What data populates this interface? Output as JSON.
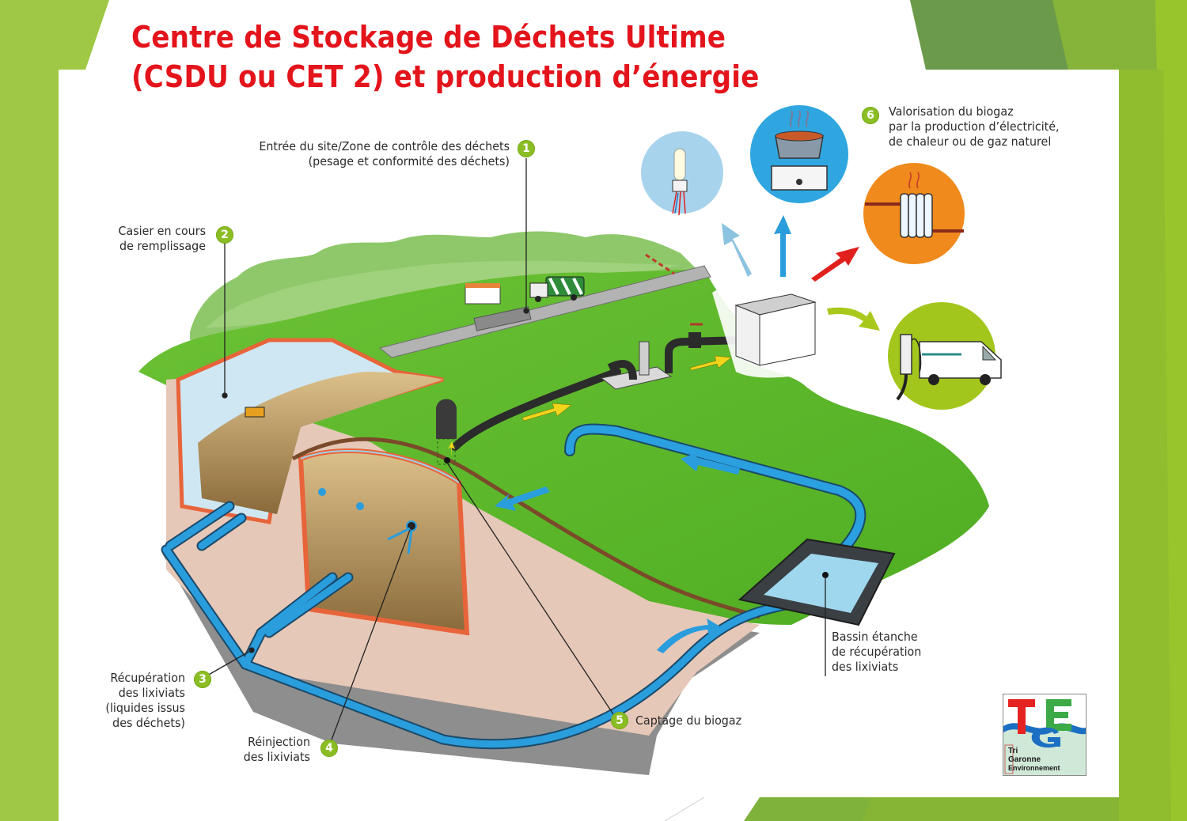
{
  "slide": {
    "title_line1": "Centre de Stockage de Déchets Ultime",
    "title_line2": "(CSDU ou CET 2) et production d’énergie",
    "title_color": "#e3141b",
    "background_greens": [
      "#9fc844",
      "#6b9a4a",
      "#8ab33a",
      "#95c32c"
    ]
  },
  "labels": [
    {
      "number": "1",
      "lines": [
        "Entrée du site/Zone de contrôle des déchets",
        "(pesage et conformité des déchets)"
      ]
    },
    {
      "number": "2",
      "lines": [
        "Casier en cours",
        "de remplissage"
      ]
    },
    {
      "number": "3",
      "lines": [
        "Récupération",
        "des lixiviats",
        "(liquides issus",
        "des déchets)"
      ]
    },
    {
      "number": "4",
      "lines": [
        "Réinjection",
        "des lixiviats"
      ]
    },
    {
      "number": "5",
      "lines": [
        "Captage du biogaz"
      ]
    },
    {
      "number": "6",
      "lines": [
        "Valorisation du biogaz",
        "par la production d’électricité,",
        "de chaleur ou de gaz naturel"
      ]
    },
    {
      "number": "",
      "lines": [
        "Bassin étanche",
        "de récupération",
        "des lixiviats"
      ]
    }
  ],
  "energy_uses": [
    {
      "name": "lightbulb",
      "circle_color": "#a8d3ec",
      "meaning": "électricité"
    },
    {
      "name": "cooking-pot-on-stove",
      "circle_color": "#2fa6e0",
      "meaning": "gaz"
    },
    {
      "name": "radiator",
      "circle_color": "#f08a1c",
      "meaning": "chaleur"
    },
    {
      "name": "van-refuelling",
      "circle_color": "#a3c61c",
      "meaning": "gaz naturel carburant"
    }
  ],
  "logo": {
    "letters": [
      "T",
      "E",
      "G"
    ],
    "letter_colors": [
      "#e52421",
      "#3daa48",
      "#1b6fc2"
    ],
    "lines": [
      "Tri",
      "Garonne",
      "Environnement"
    ]
  },
  "colors": {
    "grass": "#5cb82a",
    "leachate_pipe": "#2a9ddd",
    "biogas_arrow": "#f2d41b",
    "liner_orange": "#e8643a",
    "waste_fill": "#c9a96b",
    "soil": "#e3c4b4",
    "bedrock": "#8c8c8c"
  }
}
